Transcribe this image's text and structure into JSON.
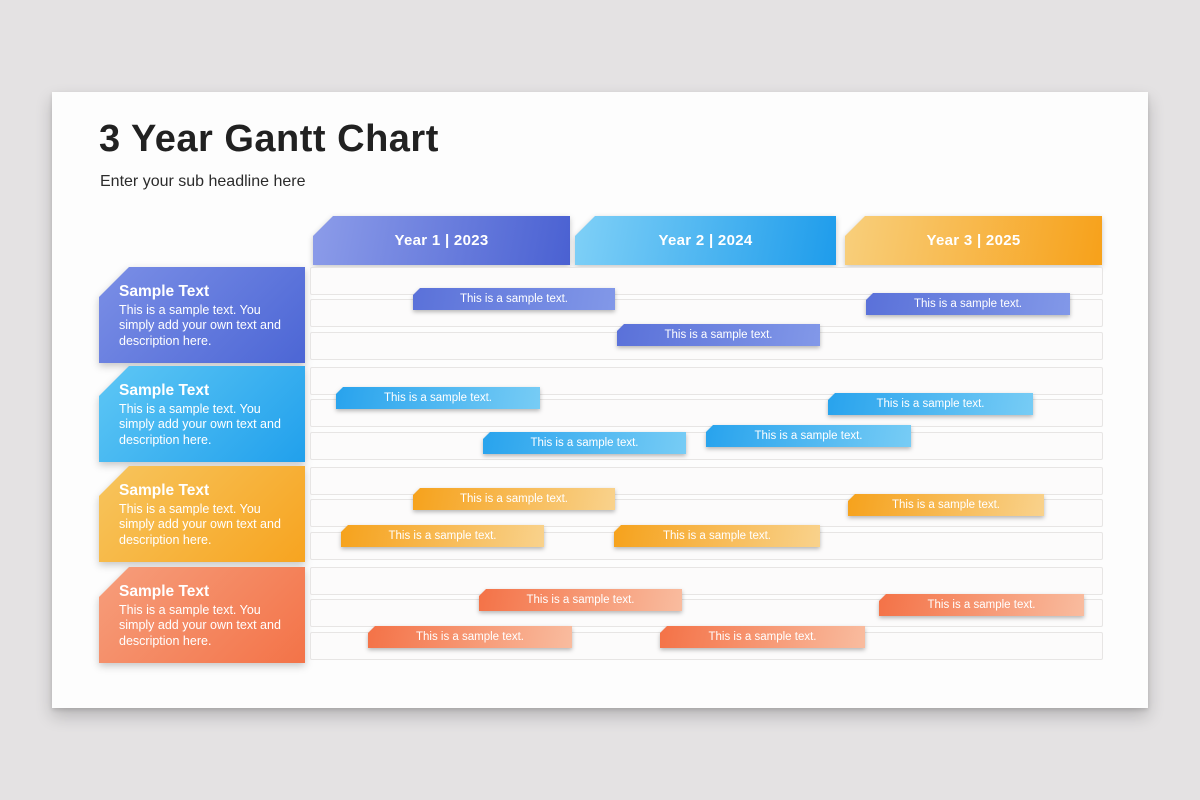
{
  "slide": {
    "title": "3 Year Gantt Chart",
    "subtitle": "Enter your sub headline here"
  },
  "colors": {
    "year1_blue": "#4e66d4",
    "year2_cyan": "#29a3ed",
    "year3_orange": "#f7a61f",
    "row4_coral": "#f4744a",
    "background": "#e4e2e3",
    "slide_background": "#fdfdfd"
  },
  "timeline": {
    "headers": [
      {
        "label": "Year 1 | 2023"
      },
      {
        "label": "Year 2 | 2024"
      },
      {
        "label": "Year 3 | 2025"
      }
    ]
  },
  "rows": [
    {
      "title": "Sample Text",
      "description": "This is a sample text. You simply add your own text and description here.",
      "color": "#4e66d4",
      "bars": [
        {
          "label": "This is a sample text."
        },
        {
          "label": "This is a sample text."
        },
        {
          "label": "This is a sample text."
        }
      ]
    },
    {
      "title": "Sample Text",
      "description": "This is a sample text. You simply add your own text and description here.",
      "color": "#29a3ed",
      "bars": [
        {
          "label": "This is a sample text."
        },
        {
          "label": "This is a sample text."
        },
        {
          "label": "This is a sample text."
        },
        {
          "label": "This is a sample text."
        }
      ]
    },
    {
      "title": "Sample Text",
      "description": "This is a sample text. You simply add your own text and description here.",
      "color": "#f7a61f",
      "bars": [
        {
          "label": "This is a sample text."
        },
        {
          "label": "This is a sample text."
        },
        {
          "label": "This is a sample text."
        },
        {
          "label": "This is a sample text."
        }
      ]
    },
    {
      "title": "Sample Text",
      "description": "This is a sample text. You simply add your own text and description here.",
      "color": "#f4744a",
      "bars": [
        {
          "label": "This is a sample text."
        },
        {
          "label": "This is a sample text."
        },
        {
          "label": "This is a sample text."
        },
        {
          "label": "This is a sample text."
        }
      ]
    }
  ],
  "chart_data": {
    "type": "bar",
    "subtype": "gantt",
    "title": "3 Year Gantt Chart",
    "xlabel": "",
    "ylabel": "",
    "x_axis": {
      "labels": [
        "Year 1 | 2023",
        "Year 2 | 2024",
        "Year 3 | 2025"
      ],
      "range_years": [
        2023,
        2026
      ]
    },
    "legend": "none",
    "grid": "horizontal lanes, 3 per row",
    "rows": [
      {
        "name": "Sample Text",
        "color": "#4e66d4",
        "bars": [
          {
            "label": "This is a sample text.",
            "start_year": 2023.4,
            "end_year": 2024.2
          },
          {
            "label": "This is a sample text.",
            "start_year": 2024.2,
            "end_year": 2024.9
          },
          {
            "label": "This is a sample text.",
            "start_year": 2025.1,
            "end_year": 2025.9
          }
        ]
      },
      {
        "name": "Sample Text",
        "color": "#29a3ed",
        "bars": [
          {
            "label": "This is a sample text.",
            "start_year": 2023.1,
            "end_year": 2023.9
          },
          {
            "label": "This is a sample text.",
            "start_year": 2025.0,
            "end_year": 2025.7
          },
          {
            "label": "This is a sample text.",
            "start_year": 2023.7,
            "end_year": 2024.4
          },
          {
            "label": "This is a sample text.",
            "start_year": 2024.5,
            "end_year": 2025.3
          }
        ]
      },
      {
        "name": "Sample Text",
        "color": "#f7a61f",
        "bars": [
          {
            "label": "This is a sample text.",
            "start_year": 2023.4,
            "end_year": 2024.2
          },
          {
            "label": "This is a sample text.",
            "start_year": 2025.0,
            "end_year": 2025.8
          },
          {
            "label": "This is a sample text.",
            "start_year": 2023.1,
            "end_year": 2023.9
          },
          {
            "label": "This is a sample text.",
            "start_year": 2024.2,
            "end_year": 2024.9
          }
        ]
      },
      {
        "name": "Sample Text",
        "color": "#f4744a",
        "bars": [
          {
            "label": "This is a sample text.",
            "start_year": 2023.6,
            "end_year": 2024.4
          },
          {
            "label": "This is a sample text.",
            "start_year": 2025.2,
            "end_year": 2025.9
          },
          {
            "label": "This is a sample text.",
            "start_year": 2023.2,
            "end_year": 2024.0
          },
          {
            "label": "This is a sample text.",
            "start_year": 2024.3,
            "end_year": 2025.1
          }
        ]
      }
    ]
  }
}
